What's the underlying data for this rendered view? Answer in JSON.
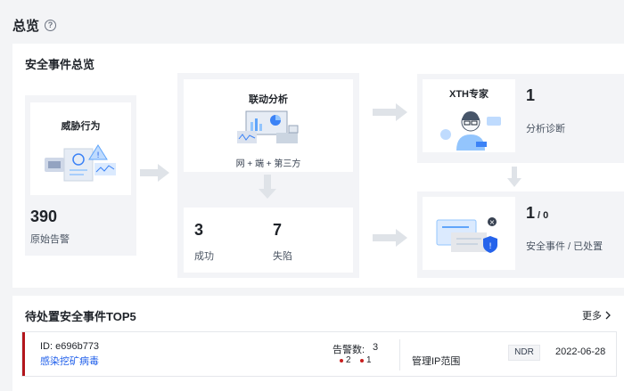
{
  "header": {
    "title": "总览"
  },
  "overview": {
    "title": "安全事件总览",
    "threat": {
      "label": "威胁行为",
      "count": "390",
      "count_label": "原始告警"
    },
    "linkage": {
      "label": "联动分析",
      "caption": "网 + 端 + 第三方",
      "success": "3",
      "success_label": "成功",
      "fail": "7",
      "fail_label": "失陷"
    },
    "expert": {
      "label": "XTH专家",
      "count": "1",
      "count_label": "分析诊断"
    },
    "incidents": {
      "count": "1",
      "handled": "/ 0",
      "count_label": "安全事件 / 已处置"
    }
  },
  "events": {
    "title": "待处置安全事件TOP5",
    "more_label": "更多",
    "rows": [
      {
        "id": "ID: e696b773",
        "name": "感染挖矿病毒",
        "alarm_label": "告警数:",
        "alarm_count": "3",
        "sev_high": "2",
        "sev_mid": "1",
        "mgmt_label": "管理IP范围",
        "source": "NDR",
        "date": "2022-06-28"
      }
    ]
  },
  "colors": {
    "accent": "#2563eb",
    "severity": "#c81e1e",
    "row_bar": "#b3161c"
  }
}
